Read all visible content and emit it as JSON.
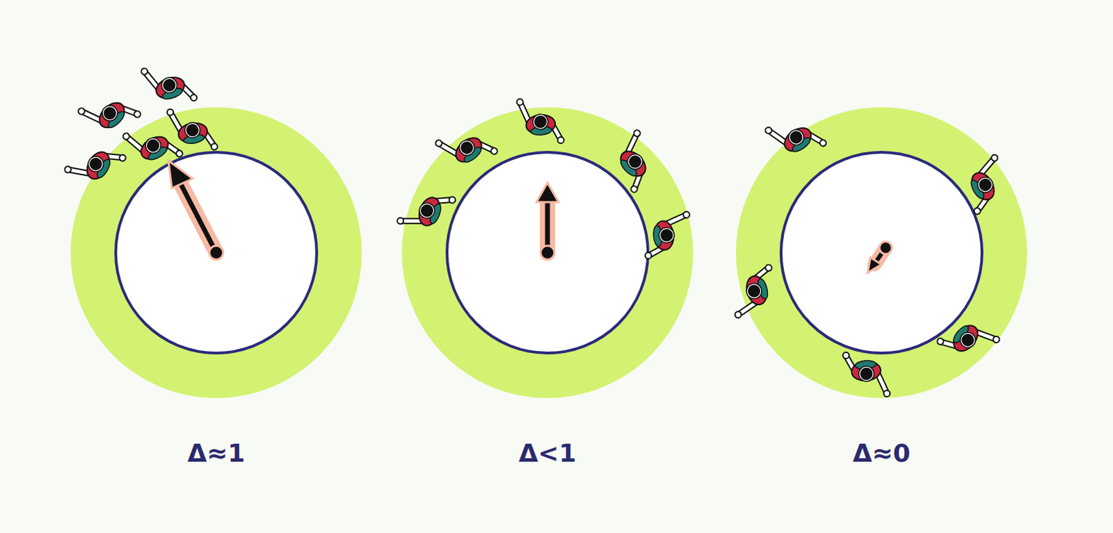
{
  "diagram": {
    "labels": [
      "Δ≈1",
      "Δ<1",
      "Δ≈0"
    ]
  }
}
